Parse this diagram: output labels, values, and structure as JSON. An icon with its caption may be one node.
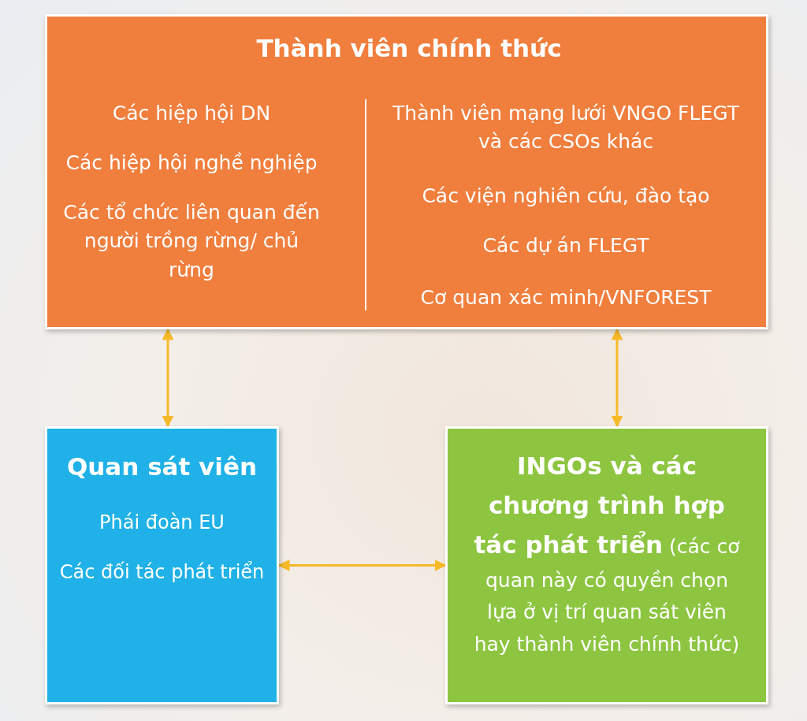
{
  "diagram": {
    "nodes": [
      {
        "text": [
          "Thành viên chính thức",
          "Các hiệp hội DN",
          "Các hiệp hội nghề nghiệp",
          "Các tổ chức liên quan đến người trồng rừng/ chủ rừng",
          "Thành viên mạng lưới VNGO FLEGT và các CSOs khác",
          "Các viện nghiên cứu, đào tạo",
          "Các dự án FLEGT",
          "Cơ quan xác minh/VNFOREST"
        ]
      },
      {
        "text": [
          "Quan sát viên",
          "Phái đoàn EU",
          "Các đối tác phát triển"
        ]
      },
      {
        "text": [
          "**INGOs và các chương trình hợp tác phát triển** (các cơ quan này có quyền chọn lựa ở vị trí quan sát viên hay thành viên chính thức)"
        ]
      }
    ],
    "edges": [
      {
        "from": 0,
        "to": 1,
        "arrow": "both",
        "color": "#f6b928"
      },
      {
        "from": 0,
        "to": 2,
        "arrow": "both",
        "color": "#f6b928"
      },
      {
        "from": 1,
        "to": 2,
        "arrow": "both",
        "color": "#f6b928"
      }
    ]
  }
}
